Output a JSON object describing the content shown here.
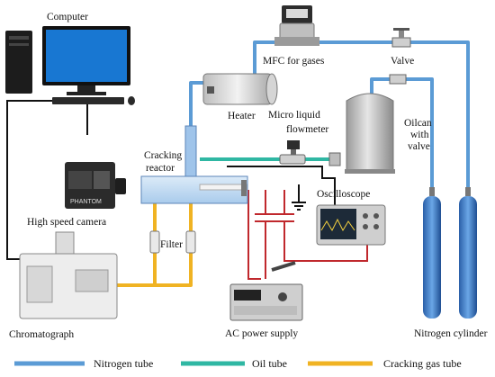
{
  "labels": {
    "computer": "Computer",
    "mfc": "MFC for gases",
    "valve": "Valve",
    "heater": "Heater",
    "micro_liquid_line1": "Micro liquid",
    "micro_liquid_line2": "flowmeter",
    "cracking_line1": "Cracking",
    "cracking_line2": "reactor",
    "oilcan_line1": "Oilcan",
    "oilcan_line2": "with",
    "oilcan_line3": "valve",
    "oscilloscope": "Oscilloscope",
    "high_speed_camera": "High speed camera",
    "filter": "Filter",
    "chromatograph": "Chromatograph",
    "ac_power_supply": "AC power supply",
    "nitrogen_cylinder": "Nitrogen cylinder",
    "camera_brand": "PHANTOM"
  },
  "legend": {
    "nitrogen_tube": "Nitrogen tube",
    "oil_tube": "Oil tube",
    "cracking_gas_tube": "Cracking gas tube"
  },
  "colors": {
    "nitrogen_tube": "#5b9bd5",
    "oil_tube": "#2fb7a3",
    "cracking_gas_tube": "#f0b323",
    "signal_wire": "#111111",
    "power_wire": "#c0282d"
  }
}
